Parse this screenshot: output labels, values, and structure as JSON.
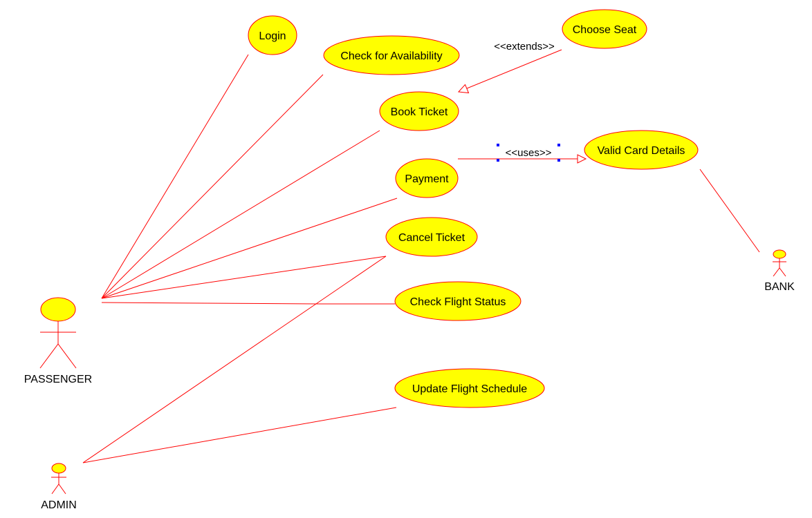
{
  "colors": {
    "usecase_fill": "#ffff00",
    "line": "#ff0000",
    "selection_handle": "#0000ff"
  },
  "actors": {
    "passenger": "PASSENGER",
    "admin": "ADMIN",
    "bank": "BANK"
  },
  "use_cases": {
    "login": "Login",
    "check_availability": "Check for Availability",
    "choose_seat": "Choose Seat",
    "book_ticket": "Book Ticket",
    "payment": "Payment",
    "valid_card_details": "Valid Card Details",
    "cancel_ticket": "Cancel Ticket",
    "check_flight_status": "Check Flight Status",
    "update_flight_schedule": "Update Flight Schedule"
  },
  "relationships": {
    "extends": "<<extends>>",
    "uses": "<<uses>>"
  }
}
